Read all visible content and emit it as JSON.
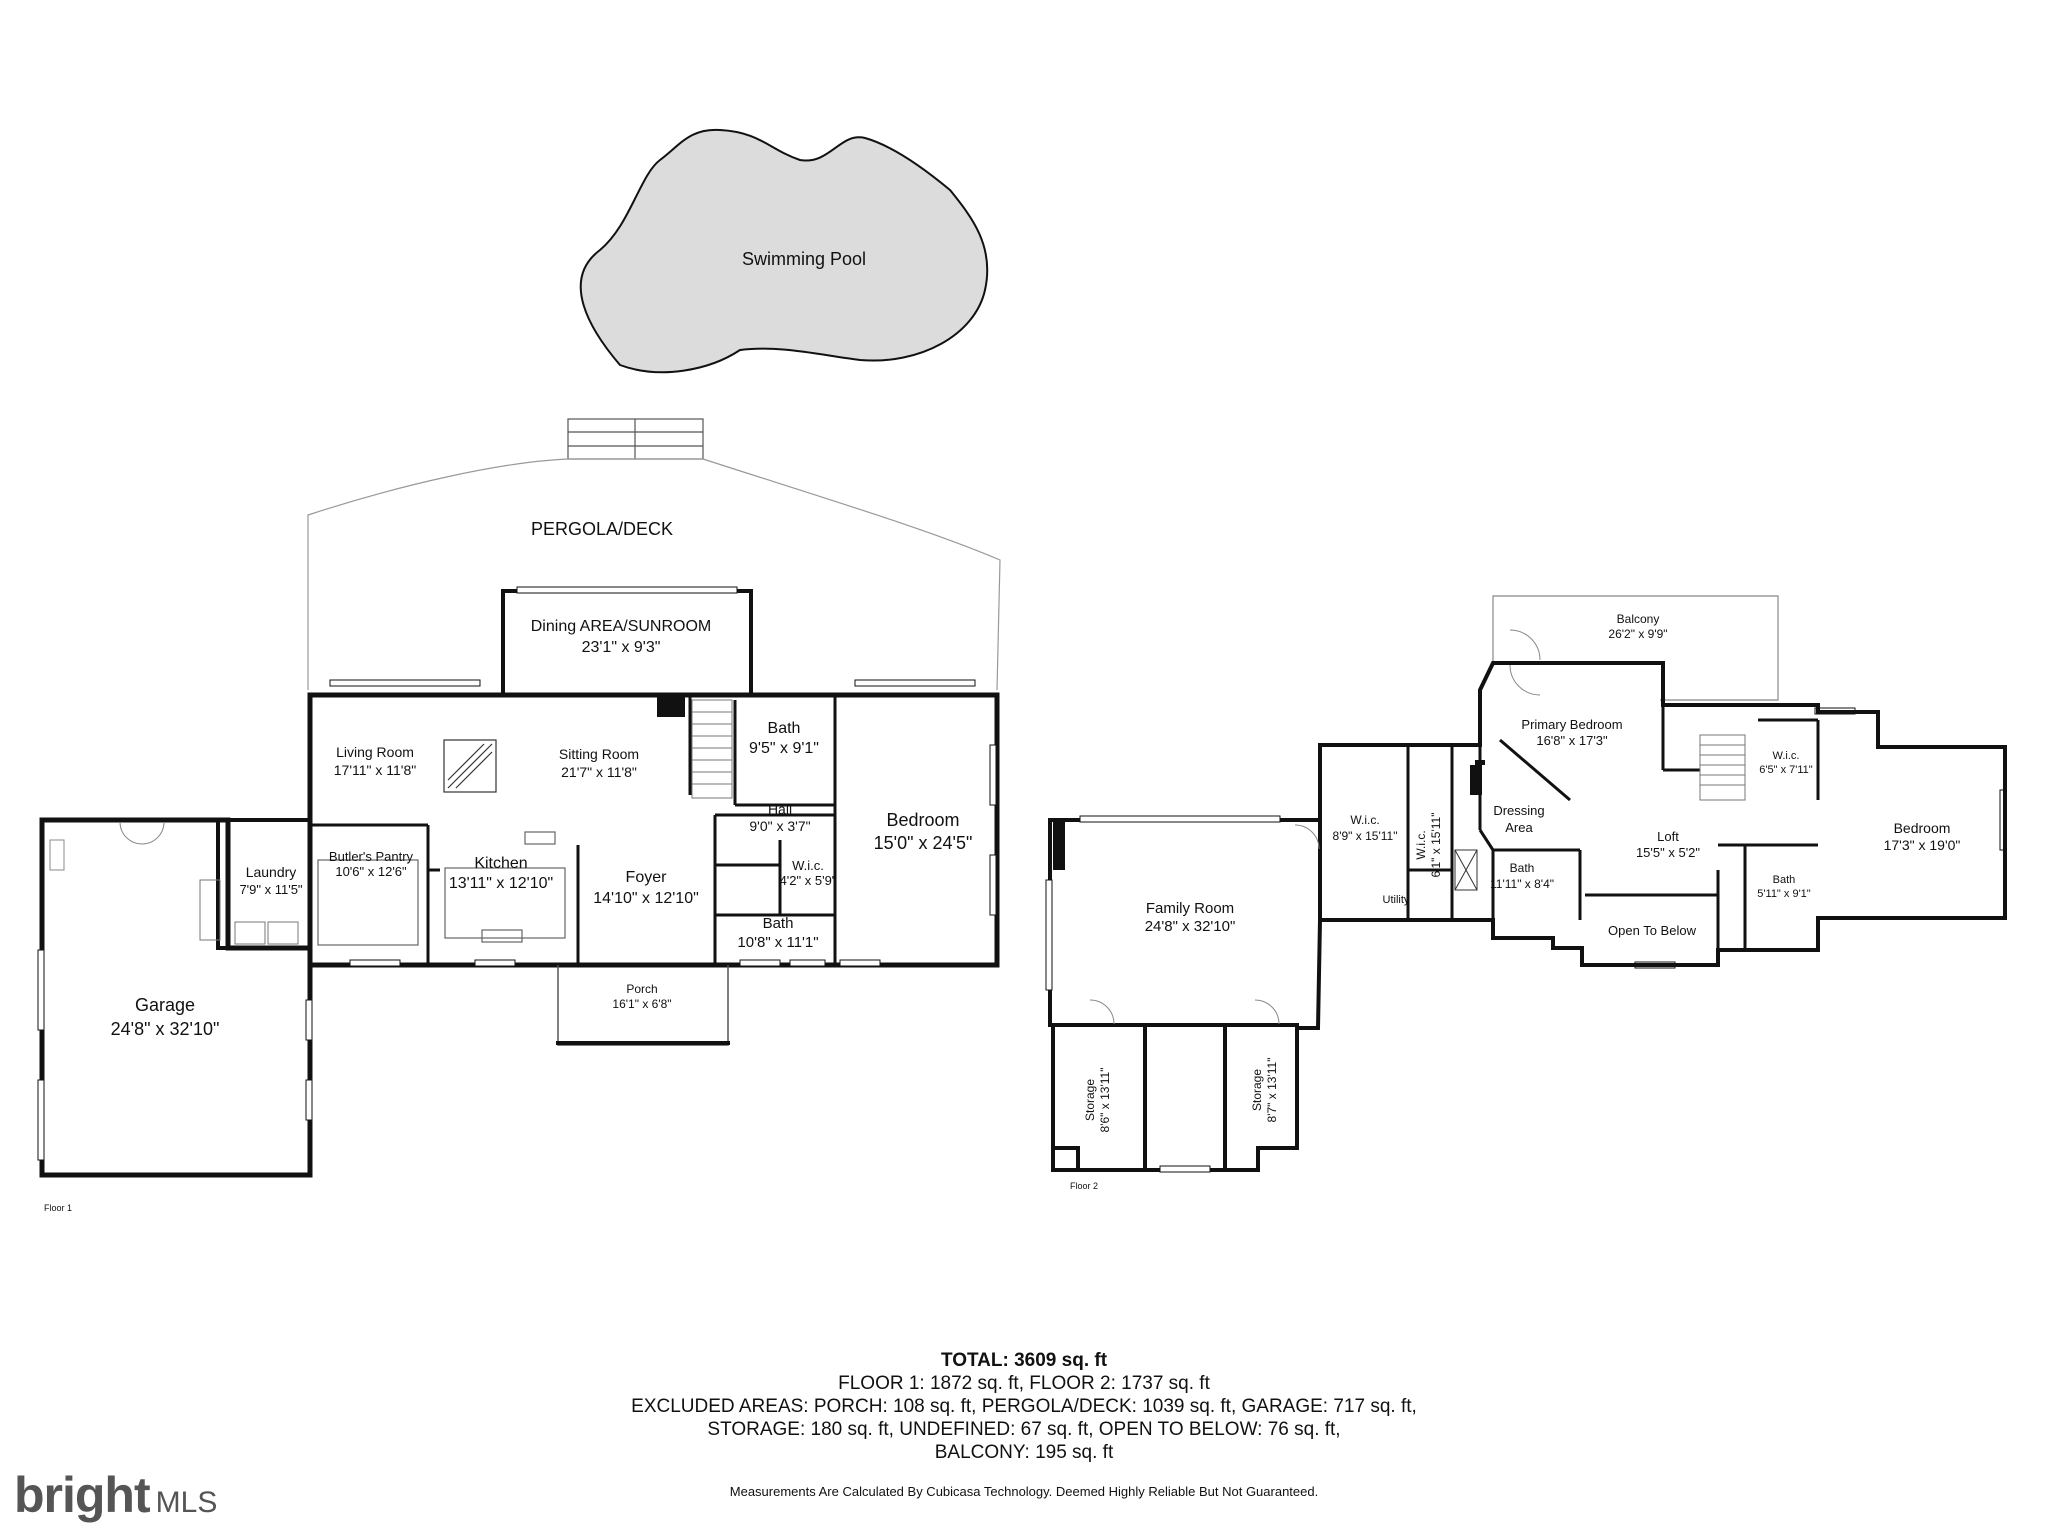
{
  "floor1": {
    "caption": "Floor 1",
    "rooms": [
      {
        "name": "Swimming Pool",
        "dims": ""
      },
      {
        "name": "PERGOLA/DECK",
        "dims": ""
      },
      {
        "name": "Dining AREA/SUNROOM",
        "dims": "23'1\" x 9'3\""
      },
      {
        "name": "Living Room",
        "dims": "17'11\" x 11'8\""
      },
      {
        "name": "Sitting Room",
        "dims": "21'7\" x 11'8\""
      },
      {
        "name": "Bath",
        "dims": "9'5\" x 9'1\""
      },
      {
        "name": "Bedroom",
        "dims": "15'0\" x 24'5\""
      },
      {
        "name": "Hall",
        "dims": "9'0\" x 3'7\""
      },
      {
        "name": "W.i.c.",
        "dims": "4'2\" x 5'9\""
      },
      {
        "name": "Bath",
        "dims": "10'8\" x 11'1\""
      },
      {
        "name": "Laundry",
        "dims": "7'9\" x 11'5\""
      },
      {
        "name": "Butler's Pantry",
        "dims": "10'6\" x 12'6\""
      },
      {
        "name": "Kitchen",
        "dims": "13'11\" x 12'10\""
      },
      {
        "name": "Foyer",
        "dims": "14'10\" x 12'10\""
      },
      {
        "name": "Porch",
        "dims": "16'1\" x 6'8\""
      },
      {
        "name": "Garage",
        "dims": "24'8\" x 32'10\""
      }
    ]
  },
  "floor2": {
    "caption": "Floor 2",
    "rooms": [
      {
        "name": "Balcony",
        "dims": "26'2\" x 9'9\""
      },
      {
        "name": "Primary Bedroom",
        "dims": "16'8\" x 17'3\""
      },
      {
        "name": "Dressing",
        "dims": "Area"
      },
      {
        "name": "W.i.c.",
        "dims": "8'9\" x 15'11\""
      },
      {
        "name": "W.i.c.",
        "dims": "6'1\" x 15'11\""
      },
      {
        "name": "Utility",
        "dims": ""
      },
      {
        "name": "Bath",
        "dims": "11'11\" x 8'4\""
      },
      {
        "name": "Loft",
        "dims": "15'5\" x 5'2\""
      },
      {
        "name": "W.i.c.",
        "dims": "6'5\" x 7'11\""
      },
      {
        "name": "Bedroom",
        "dims": "17'3\" x 19'0\""
      },
      {
        "name": "Bath",
        "dims": "5'11\" x 9'1\""
      },
      {
        "name": "Open To Below",
        "dims": ""
      },
      {
        "name": "Family Room",
        "dims": "24'8\" x 32'10\""
      },
      {
        "name": "Storage",
        "dims": "8'6\" x 13'11\""
      },
      {
        "name": "Storage",
        "dims": "8'7\" x 13'11\""
      }
    ]
  },
  "summary": {
    "total": "TOTAL: 3609 sq. ft",
    "floors": "FLOOR 1: 1872 sq. ft, FLOOR 2: 1737 sq. ft",
    "excluded": "EXCLUDED AREAS: PORCH: 108 sq. ft, PERGOLA/DECK: 1039 sq. ft, GARAGE: 717 sq. ft,",
    "excluded2": "STORAGE: 180 sq. ft, UNDEFINED: 67 sq. ft, OPEN TO BELOW: 76 sq. ft,",
    "balcony": "BALCONY: 195 sq. ft"
  },
  "disclaimer": "Measurements Are Calculated By Cubicasa Technology. Deemed Highly Reliable But Not Guaranteed.",
  "logo": {
    "brand": "bright",
    "suffix": "MLS"
  },
  "colors": {
    "wall": "#111111",
    "pool": "#dcdcdc",
    "thin": "#8a8a8a"
  }
}
